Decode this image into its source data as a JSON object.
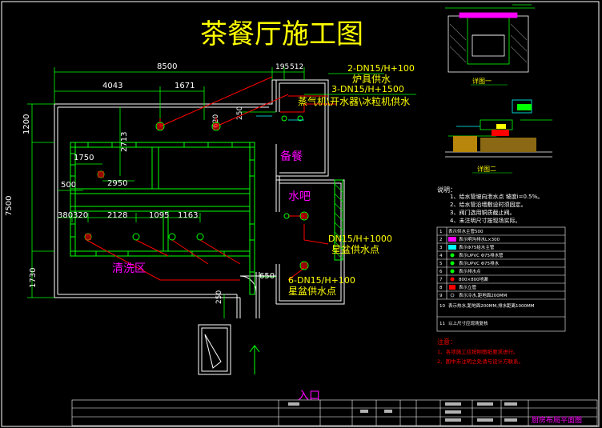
{
  "title": "茶餐厅施工图",
  "dimensions": {
    "d8500": "8500",
    "d4043": "4043",
    "d1671": "1671",
    "d195": "195",
    "d512": "512",
    "d250a": "250",
    "d620": "620",
    "d1200": "1200",
    "d2713": "2713",
    "d7500": "7500",
    "d1750": "1750",
    "d500": "500",
    "d2950": "2950",
    "d380": "380",
    "d320": "320",
    "d2128": "2128",
    "d1095": "1095",
    "d1163": "1163",
    "d1730": "1730",
    "d650": "650",
    "d250b": "250"
  },
  "labels": {
    "pipe1_spec": "2-DN15/H+100",
    "pipe1_name": "炉具供水",
    "pipe2_spec": "3-DN15/H+1500",
    "pipe2_name": "蒸气机\\开水器\\冰粒机供水",
    "room_prep": "备餐",
    "room_bar": "水吧",
    "pipe3_spec": "DN15/H+1000",
    "pipe3_name": "星盆供水点",
    "room_wash": "清洗区",
    "pipe4_spec": "6-DN15/H+100",
    "pipe4_name": "星盆供水点",
    "entrance": "入口"
  },
  "notes": {
    "heading": "说明：",
    "items": [
      "1、给水管坡向泄水点 坡度i=0.5%。",
      "2、给水管沿墙敷设时须固定。",
      "3、阀门选用铜质截止阀。",
      "4、未注明尺寸按现场实际。"
    ]
  },
  "legend": [
    {
      "num": "1",
      "text": "表示供水主管500"
    },
    {
      "num": "2",
      "text": "表示明沟排水L×300"
    },
    {
      "num": "3",
      "text": "表示Φ75给水主管"
    },
    {
      "num": "4",
      "text": "表示UPVC Φ75排水管"
    },
    {
      "num": "5",
      "text": "表示UPVC Φ75排水"
    },
    {
      "num": "6",
      "text": "表示排水点"
    },
    {
      "num": "7",
      "text": "800×800地漏"
    },
    {
      "num": "8",
      "text": "表示立管"
    },
    {
      "num": "9",
      "text": "表示冷水,距地面200MM"
    },
    {
      "num": "10",
      "text": "表示热水,距地面200MM,排水距离1000MM"
    },
    {
      "num": "11",
      "text": "以上尺寸应现场复核"
    }
  ],
  "remarks": {
    "heading": "注意：",
    "items": [
      "1、各项施工应按照图纸要求进行。",
      "2、图中未注明之处请与设计方联系。"
    ]
  },
  "details": {
    "top_label": "详图一",
    "mid_label": "详图二"
  },
  "titleblock": {
    "drawing_name": "厨房布局平面图"
  },
  "colors": {
    "wall": "#FFFFFF",
    "counter": "#00FF00",
    "dimension": "#00FF00",
    "pipe": "#FF0000",
    "text_label": "#FFFF00",
    "room_text": "#FF00FF",
    "title": "#FFFF00",
    "accent_cyan": "#00FFFF"
  }
}
